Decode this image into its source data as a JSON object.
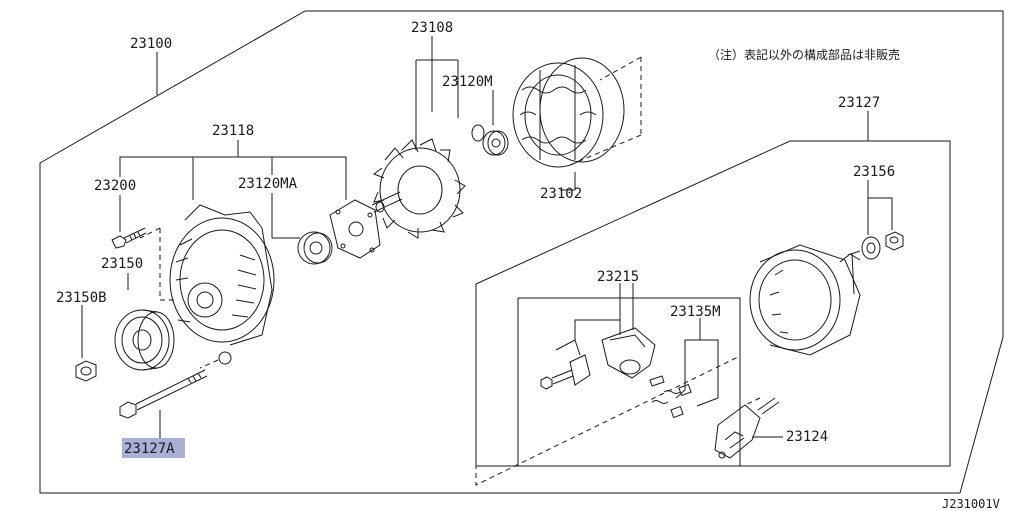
{
  "note": "（注）表記以外の構成部品は非販売",
  "diagram_code": "J231001V",
  "highlight_color": "#a9b0d8",
  "labels": {
    "p23100": "23100",
    "p23108": "23108",
    "p23120M": "23120M",
    "p23118": "23118",
    "p23127": "23127",
    "p23200": "23200",
    "p23120MA": "23120MA",
    "p23102": "23102",
    "p23156": "23156",
    "p23150": "23150",
    "p23150B": "23150B",
    "p23215": "23215",
    "p23135M": "23135M",
    "p23124": "23124",
    "p23127A": "23127A"
  }
}
